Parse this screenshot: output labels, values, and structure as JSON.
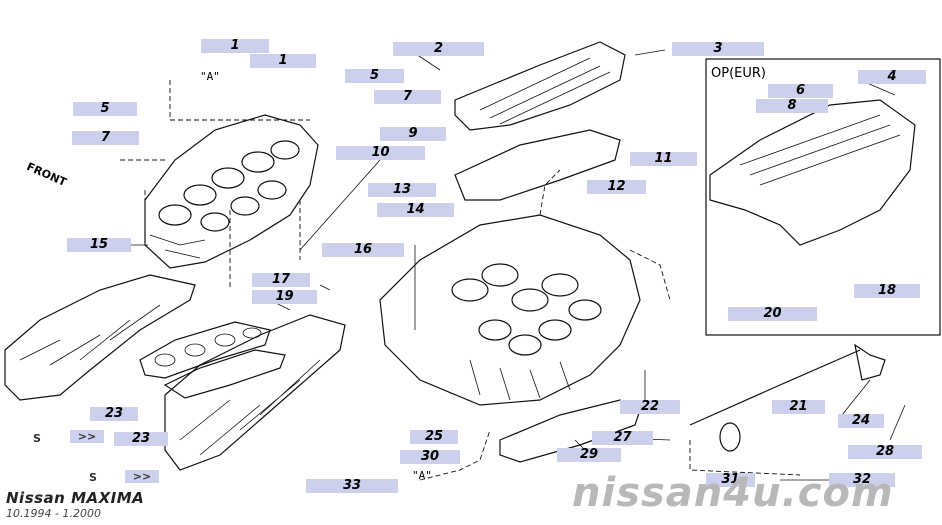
{
  "title": {
    "brand": "Nissan MAXIMA",
    "period": "10.1994 - 1.2000"
  },
  "watermark": "nissan4u.com",
  "front_label": "FRONT",
  "option_box_label": "OP(EUR)",
  "view_marks": [
    "\"A\"",
    "\"A\""
  ],
  "nav_arrows": [
    "S",
    ">>",
    "S",
    ">>"
  ],
  "colors": {
    "callout_bg": "#ccd0ec",
    "line": "#111111",
    "watermark": "#b8b8b8"
  },
  "callouts": [
    {
      "id": "c1a",
      "num": "1"
    },
    {
      "id": "c1b",
      "num": "1"
    },
    {
      "id": "c2",
      "num": "2"
    },
    {
      "id": "c3",
      "num": "3"
    },
    {
      "id": "c4",
      "num": "4"
    },
    {
      "id": "c5a",
      "num": "5"
    },
    {
      "id": "c5b",
      "num": "5"
    },
    {
      "id": "c6",
      "num": "6"
    },
    {
      "id": "c7a",
      "num": "7"
    },
    {
      "id": "c7b",
      "num": "7"
    },
    {
      "id": "c8",
      "num": "8"
    },
    {
      "id": "c9",
      "num": "9"
    },
    {
      "id": "c10",
      "num": "10"
    },
    {
      "id": "c11",
      "num": "11"
    },
    {
      "id": "c12",
      "num": "12"
    },
    {
      "id": "c13",
      "num": "13"
    },
    {
      "id": "c14",
      "num": "14"
    },
    {
      "id": "c15",
      "num": "15"
    },
    {
      "id": "c16",
      "num": "16"
    },
    {
      "id": "c17",
      "num": "17"
    },
    {
      "id": "c18",
      "num": "18"
    },
    {
      "id": "c19",
      "num": "19"
    },
    {
      "id": "c20",
      "num": "20"
    },
    {
      "id": "c21",
      "num": "21"
    },
    {
      "id": "c22",
      "num": "22"
    },
    {
      "id": "c23a",
      "num": "23"
    },
    {
      "id": "c23b",
      "num": "23"
    },
    {
      "id": "c24",
      "num": "24"
    },
    {
      "id": "c25",
      "num": "25"
    },
    {
      "id": "c27",
      "num": "27"
    },
    {
      "id": "c28",
      "num": "28"
    },
    {
      "id": "c29",
      "num": "29"
    },
    {
      "id": "c30",
      "num": "30"
    },
    {
      "id": "c31",
      "num": "31"
    },
    {
      "id": "c32",
      "num": "32"
    },
    {
      "id": "c33",
      "num": "33"
    }
  ]
}
